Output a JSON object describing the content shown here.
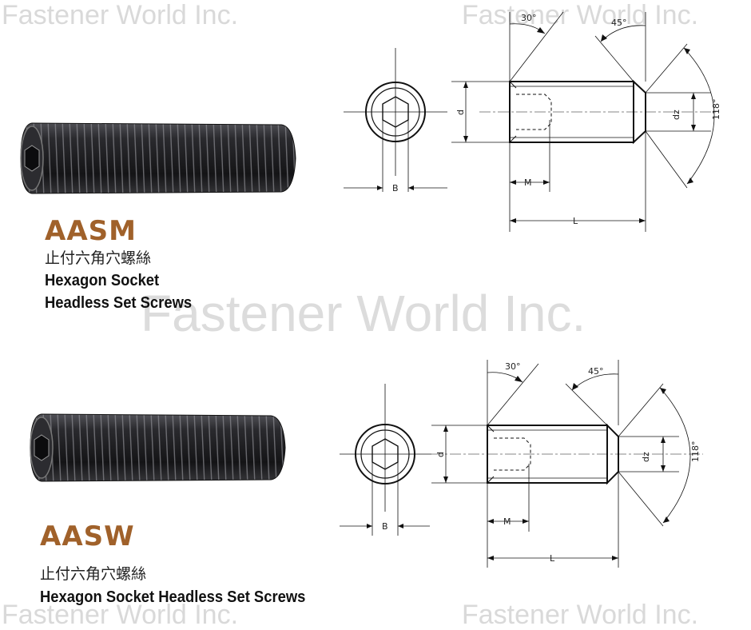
{
  "watermark": {
    "text": "Fastener World Inc."
  },
  "products": [
    {
      "code": "AASM",
      "name_zh": "止付六角穴螺絲",
      "name_en_line1": "Hexagon Socket",
      "name_en_line2": "Headless Set Screws"
    },
    {
      "code": "AASW",
      "name_zh": "止付六角穴螺絲",
      "name_en_line1": "Hexagon Socket Headless Set Screws"
    }
  ],
  "drawing_labels": {
    "angle_30": "30°",
    "angle_45": "45°",
    "angle_118": "118°",
    "d": "d",
    "dz": "dz",
    "B": "B",
    "M": "M",
    "L": "L"
  },
  "colors": {
    "code_text": "#a0612a",
    "watermark": "#d9d9d9",
    "screw_body": "#1c1c1e"
  }
}
